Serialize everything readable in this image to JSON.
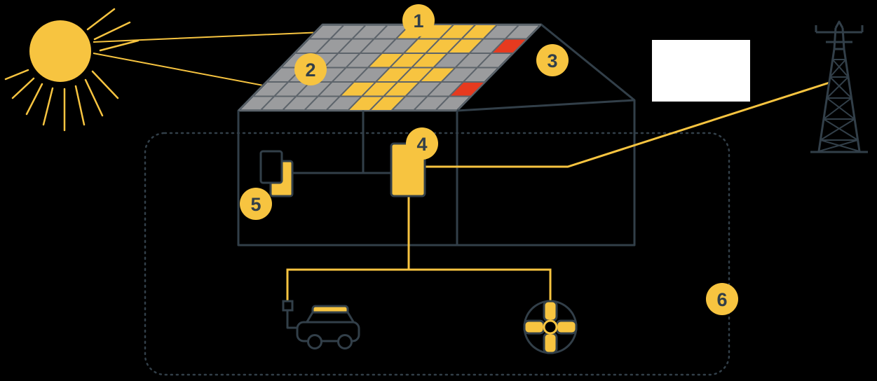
{
  "diagram": {
    "callouts": [
      {
        "label": "1"
      },
      {
        "label": "2"
      },
      {
        "label": "3"
      },
      {
        "label": "4"
      },
      {
        "label": "5"
      },
      {
        "label": "6"
      }
    ]
  },
  "colors": {
    "background": "#000000",
    "yellow": "#F7C440",
    "dark": "#323F49",
    "panel_gray": "#9B9C9E",
    "panel_line": "#5D646B",
    "red": "#E63A1F",
    "white": "#FFFFFF"
  },
  "icons": [
    "sun-icon",
    "solar-panel-array-icon",
    "house-icon",
    "inverter-icon",
    "meter-icon",
    "power-pylon-icon",
    "label-box",
    "charging-station-icon",
    "ev-car-icon",
    "ventilation-fan-icon",
    "home-zone-dotted-border"
  ]
}
